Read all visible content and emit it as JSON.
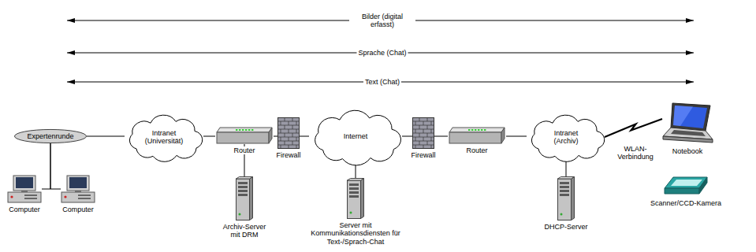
{
  "diagram": {
    "nodes": [
      {
        "text": [
          "Expertenrunde"
        ]
      },
      {
        "text": [
          "Computer"
        ]
      },
      {
        "text": [
          "Computer"
        ]
      },
      {
        "text": [
          "Intranet (Universität)"
        ]
      },
      {
        "text": [
          "Router"
        ]
      },
      {
        "text": [
          "Archiv-Server mit DRM"
        ]
      },
      {
        "text": [
          "Firewall"
        ]
      },
      {
        "text": [
          "Internet"
        ]
      },
      {
        "text": [
          "Server mit Kommunikationsdiensten für Text-/Sprach-Chat"
        ]
      },
      {
        "text": [
          "Firewall"
        ]
      },
      {
        "text": [
          "Router"
        ]
      },
      {
        "text": [
          "Intranet (Archiv)"
        ]
      },
      {
        "text": [
          "DHCP-Server"
        ]
      },
      {
        "text": [
          "Notebook"
        ]
      },
      {
        "text": [
          "Scanner/CCD-Kamera"
        ]
      }
    ],
    "edges": [
      {
        "from": 0,
        "to": 1,
        "arrow": "none"
      },
      {
        "from": 0,
        "to": 2,
        "arrow": "none"
      },
      {
        "from": 0,
        "to": 3,
        "arrow": "none"
      },
      {
        "from": 3,
        "to": 4,
        "arrow": "none"
      },
      {
        "from": 4,
        "to": 5,
        "arrow": "none"
      },
      {
        "from": 4,
        "to": 6,
        "arrow": "none"
      },
      {
        "from": 6,
        "to": 7,
        "arrow": "none"
      },
      {
        "from": 7,
        "to": 8,
        "arrow": "none"
      },
      {
        "from": 7,
        "to": 9,
        "arrow": "none"
      },
      {
        "from": 9,
        "to": 10,
        "arrow": "none"
      },
      {
        "from": 10,
        "to": 11,
        "arrow": "none"
      },
      {
        "from": 11,
        "to": 12,
        "arrow": "none"
      },
      {
        "from": 11,
        "to": 13,
        "label": "WLAN-Verbindung",
        "arrow": "none"
      }
    ],
    "labels": [
      "Bilder (digital erfasst)",
      "Sprache (Chat)",
      "Text (Chat)"
    ]
  }
}
